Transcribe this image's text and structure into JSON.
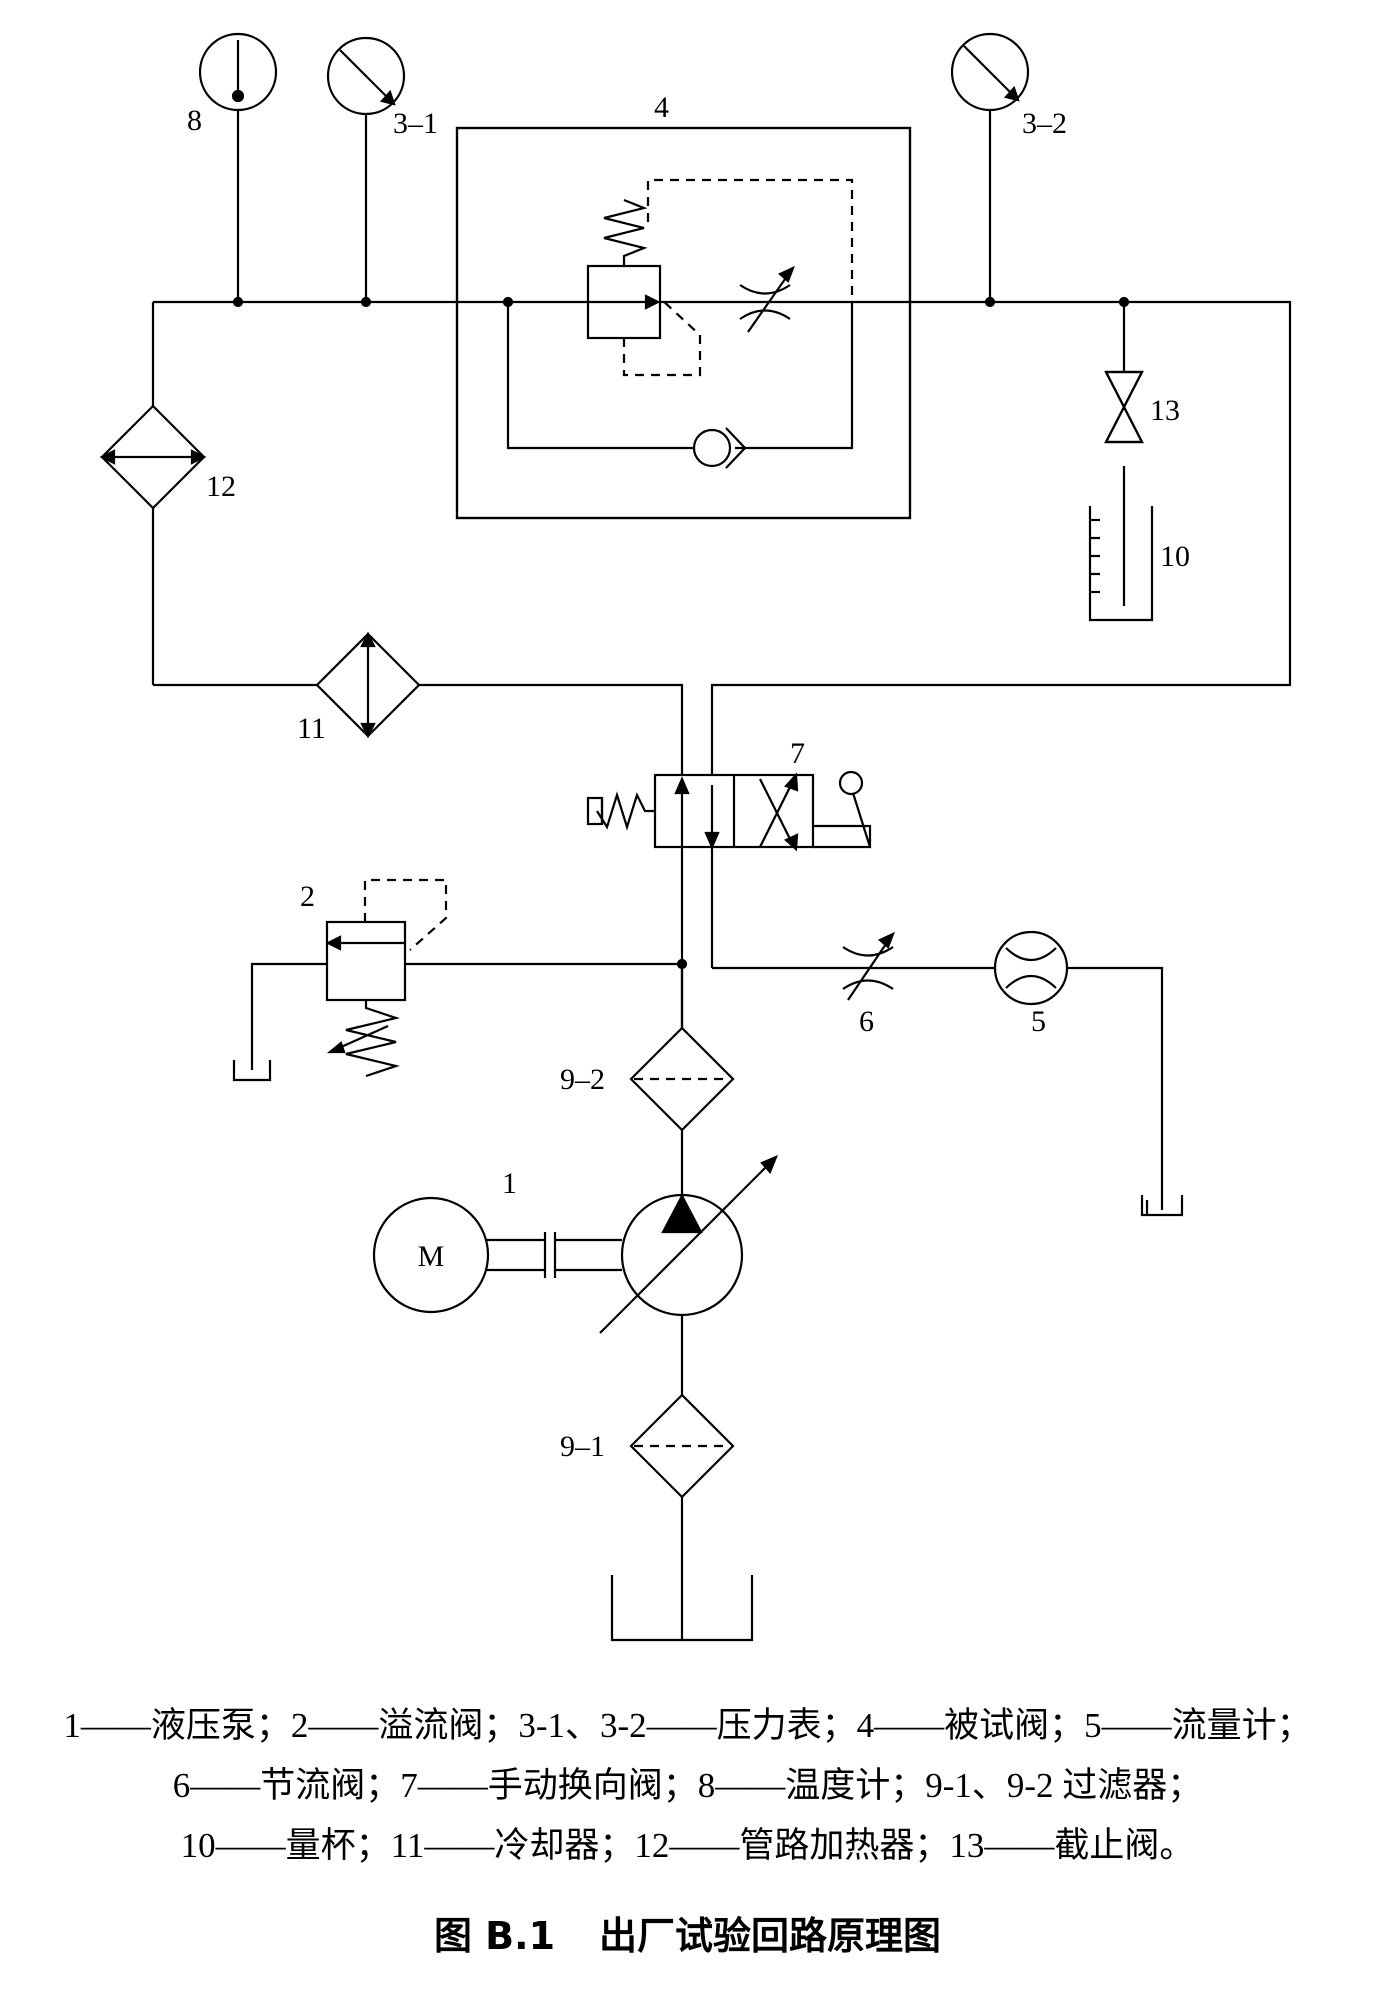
{
  "labels": {
    "pump": "1",
    "relief_valve": "2",
    "gauge_1": "3–1",
    "gauge_2": "3–2",
    "test_valve": "4",
    "flowmeter": "5",
    "throttle_valve": "6",
    "directional_valve": "7",
    "thermometer": "8",
    "filter_1": "9–1",
    "filter_2": "9–2",
    "measuring_cup": "10",
    "cooler": "11",
    "heater": "12",
    "stop_valve": "13",
    "motor": "M"
  },
  "legend": {
    "line1": "1——液压泵；2——溢流阀；3-1、3-2——压力表；4——被试阀；5——流量计；",
    "line2": "6——节流阀；7——手动换向阀；8——温度计；9-1、9-2 过滤器；",
    "line3": "10——量杯；11——冷却器；12——管路加热器；13——截止阀。"
  },
  "caption": {
    "number": "图 B.1",
    "title": "出厂试验回路原理图"
  }
}
